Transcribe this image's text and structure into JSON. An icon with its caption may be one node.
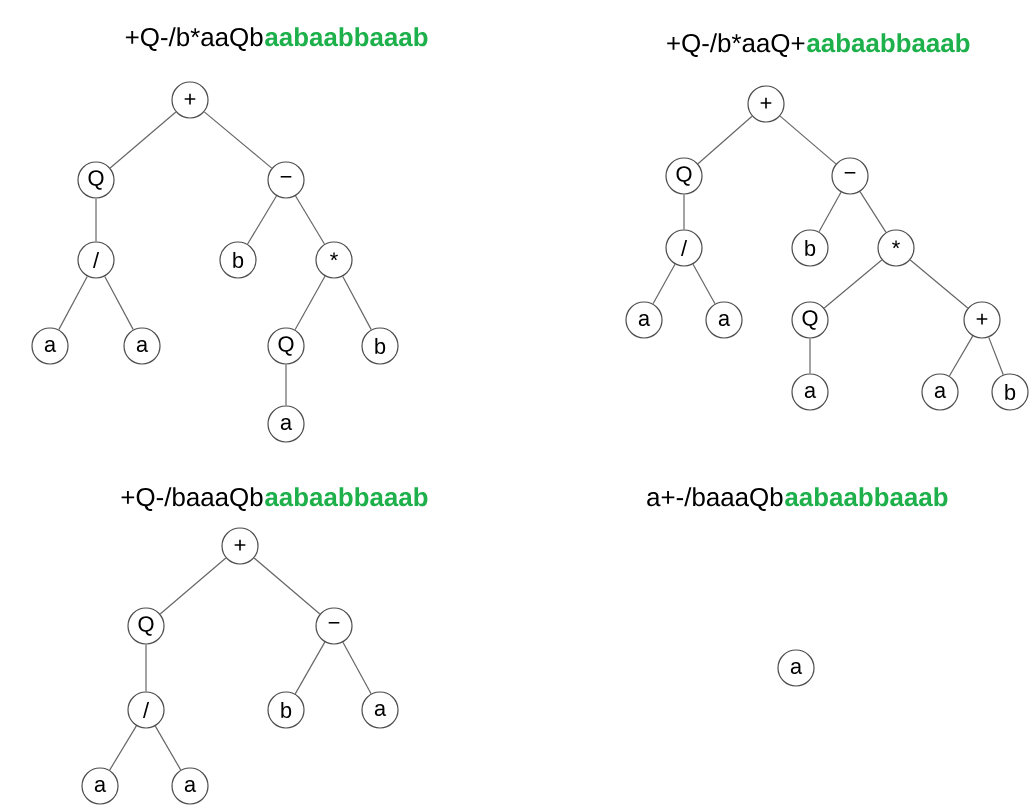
{
  "diagram": {
    "nodes": [
      {
        "text": [
          "+"
        ]
      },
      {
        "text": [
          "Q"
        ]
      },
      {
        "text": [
          "−"
        ]
      },
      {
        "text": [
          "/"
        ]
      },
      {
        "text": [
          "b"
        ]
      },
      {
        "text": [
          "*"
        ]
      },
      {
        "text": [
          "a"
        ]
      },
      {
        "text": [
          "a"
        ]
      },
      {
        "text": [
          "Q"
        ]
      },
      {
        "text": [
          "b"
        ]
      },
      {
        "text": [
          "a"
        ]
      },
      {
        "text": [
          "+"
        ]
      },
      {
        "text": [
          "Q"
        ]
      },
      {
        "text": [
          "−"
        ]
      },
      {
        "text": [
          "/"
        ]
      },
      {
        "text": [
          "b"
        ]
      },
      {
        "text": [
          "*"
        ]
      },
      {
        "text": [
          "a"
        ]
      },
      {
        "text": [
          "a"
        ]
      },
      {
        "text": [
          "Q"
        ]
      },
      {
        "text": [
          "+"
        ]
      },
      {
        "text": [
          "a"
        ]
      },
      {
        "text": [
          "a"
        ]
      },
      {
        "text": [
          "b"
        ]
      },
      {
        "text": [
          "+"
        ]
      },
      {
        "text": [
          "Q"
        ]
      },
      {
        "text": [
          "−"
        ]
      },
      {
        "text": [
          "/"
        ]
      },
      {
        "text": [
          "b"
        ]
      },
      {
        "text": [
          "a"
        ]
      },
      {
        "text": [
          "a"
        ]
      },
      {
        "text": [
          "a"
        ]
      },
      {
        "text": [
          "a"
        ]
      }
    ],
    "edges": [
      {
        "from": 0,
        "to": 1,
        "arrow": "none"
      },
      {
        "from": 0,
        "to": 2,
        "arrow": "none"
      },
      {
        "from": 1,
        "to": 3,
        "arrow": "none"
      },
      {
        "from": 2,
        "to": 4,
        "arrow": "none"
      },
      {
        "from": 2,
        "to": 5,
        "arrow": "none"
      },
      {
        "from": 3,
        "to": 6,
        "arrow": "none"
      },
      {
        "from": 3,
        "to": 7,
        "arrow": "none"
      },
      {
        "from": 5,
        "to": 8,
        "arrow": "none"
      },
      {
        "from": 5,
        "to": 9,
        "arrow": "none"
      },
      {
        "from": 8,
        "to": 10,
        "arrow": "none"
      },
      {
        "from": 11,
        "to": 12,
        "arrow": "none"
      },
      {
        "from": 11,
        "to": 13,
        "arrow": "none"
      },
      {
        "from": 12,
        "to": 14,
        "arrow": "none"
      },
      {
        "from": 13,
        "to": 15,
        "arrow": "none"
      },
      {
        "from": 13,
        "to": 16,
        "arrow": "none"
      },
      {
        "from": 14,
        "to": 17,
        "arrow": "none"
      },
      {
        "from": 14,
        "to": 18,
        "arrow": "none"
      },
      {
        "from": 16,
        "to": 19,
        "arrow": "none"
      },
      {
        "from": 16,
        "to": 20,
        "arrow": "none"
      },
      {
        "from": 19,
        "to": 21,
        "arrow": "none"
      },
      {
        "from": 20,
        "to": 22,
        "arrow": "none"
      },
      {
        "from": 20,
        "to": 23,
        "arrow": "none"
      },
      {
        "from": 24,
        "to": 25,
        "arrow": "none"
      },
      {
        "from": 24,
        "to": 26,
        "arrow": "none"
      },
      {
        "from": 25,
        "to": 27,
        "arrow": "none"
      },
      {
        "from": 26,
        "to": 28,
        "arrow": "none"
      },
      {
        "from": 26,
        "to": 29,
        "arrow": "none"
      },
      {
        "from": 27,
        "to": 30,
        "arrow": "none"
      },
      {
        "from": 27,
        "to": 31,
        "arrow": "none"
      }
    ],
    "labels": [
      "+Q-/b*aaQb",
      "aabaabbaaab",
      "+Q-/b*aaQ+",
      "aabaabbaaab",
      "+Q-/baaaQb",
      "aabaabbaaab",
      "a+-/baaaQb",
      "aabaabbaaab"
    ]
  }
}
